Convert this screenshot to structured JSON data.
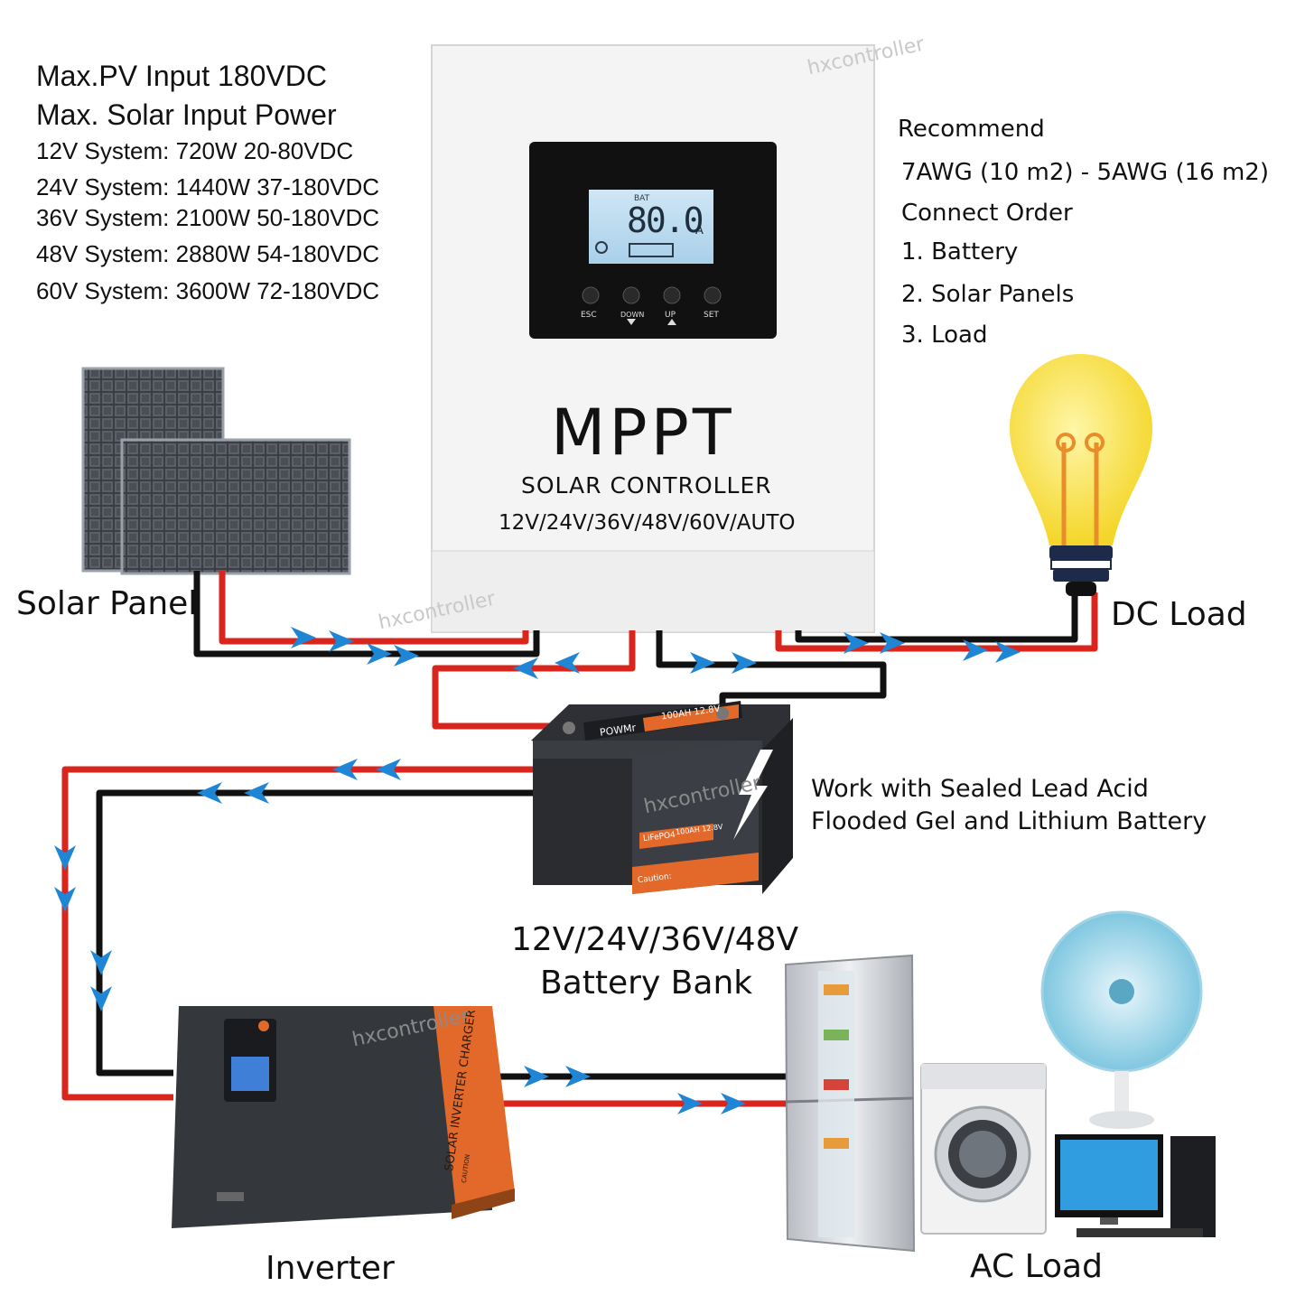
{
  "specs": {
    "pv_input": "Max.PV Input  180VDC",
    "solar_power_title": "Max. Solar Input Power",
    "systems": [
      "12V System: 720W 20-80VDC",
      "24V System: 1440W 37-180VDC",
      "36V System: 2100W 50-180VDC",
      "48V System: 2880W 54-180VDC",
      "60V System: 3600W 72-180VDC"
    ]
  },
  "recommend": {
    "title": "Recommend",
    "wire": "7AWG (10 m2) - 5AWG (16 m2)",
    "order_title": "Connect Order",
    "steps": [
      "1. Battery",
      "2. Solar Panels",
      "3. Load"
    ]
  },
  "controller": {
    "lcd_value": "80.0",
    "lcd_unit": "A",
    "lcd_bat": "BAT",
    "buttons": [
      "ESC",
      "DOWN",
      "UP",
      "SET"
    ],
    "title": "MPPT",
    "subtitle": "SOLAR CONTROLLER",
    "voltages": "12V/24V/36V/48V/60V/AUTO"
  },
  "battery": {
    "brand": "POWMr",
    "top_label": "100AH 12.8V",
    "cell_type": "LiFePO4",
    "cell_label": "100AH 12.8V",
    "caution": "Caution:",
    "note_line1": "Work with Sealed Lead Acid",
    "note_line2": "Flooded Gel and Lithium Battery",
    "bank_line1": "12V/24V/36V/48V",
    "bank_line2": "Battery Bank"
  },
  "inverter": {
    "side_text": "SOLAR INVERTER CHARGER",
    "caution": "CAUTION"
  },
  "labels": {
    "solar_panel": "Solar Panel",
    "dc_load": "DC Load",
    "inverter": "Inverter",
    "ac_load": "AC Load"
  },
  "watermark": "hxcontroller",
  "colors": {
    "wire_red": "#d9251c",
    "wire_black": "#111111",
    "arrow_blue": "#1f86d6",
    "inverter_orange": "#e2692a",
    "bulb_yellow": "#f7e14a"
  }
}
